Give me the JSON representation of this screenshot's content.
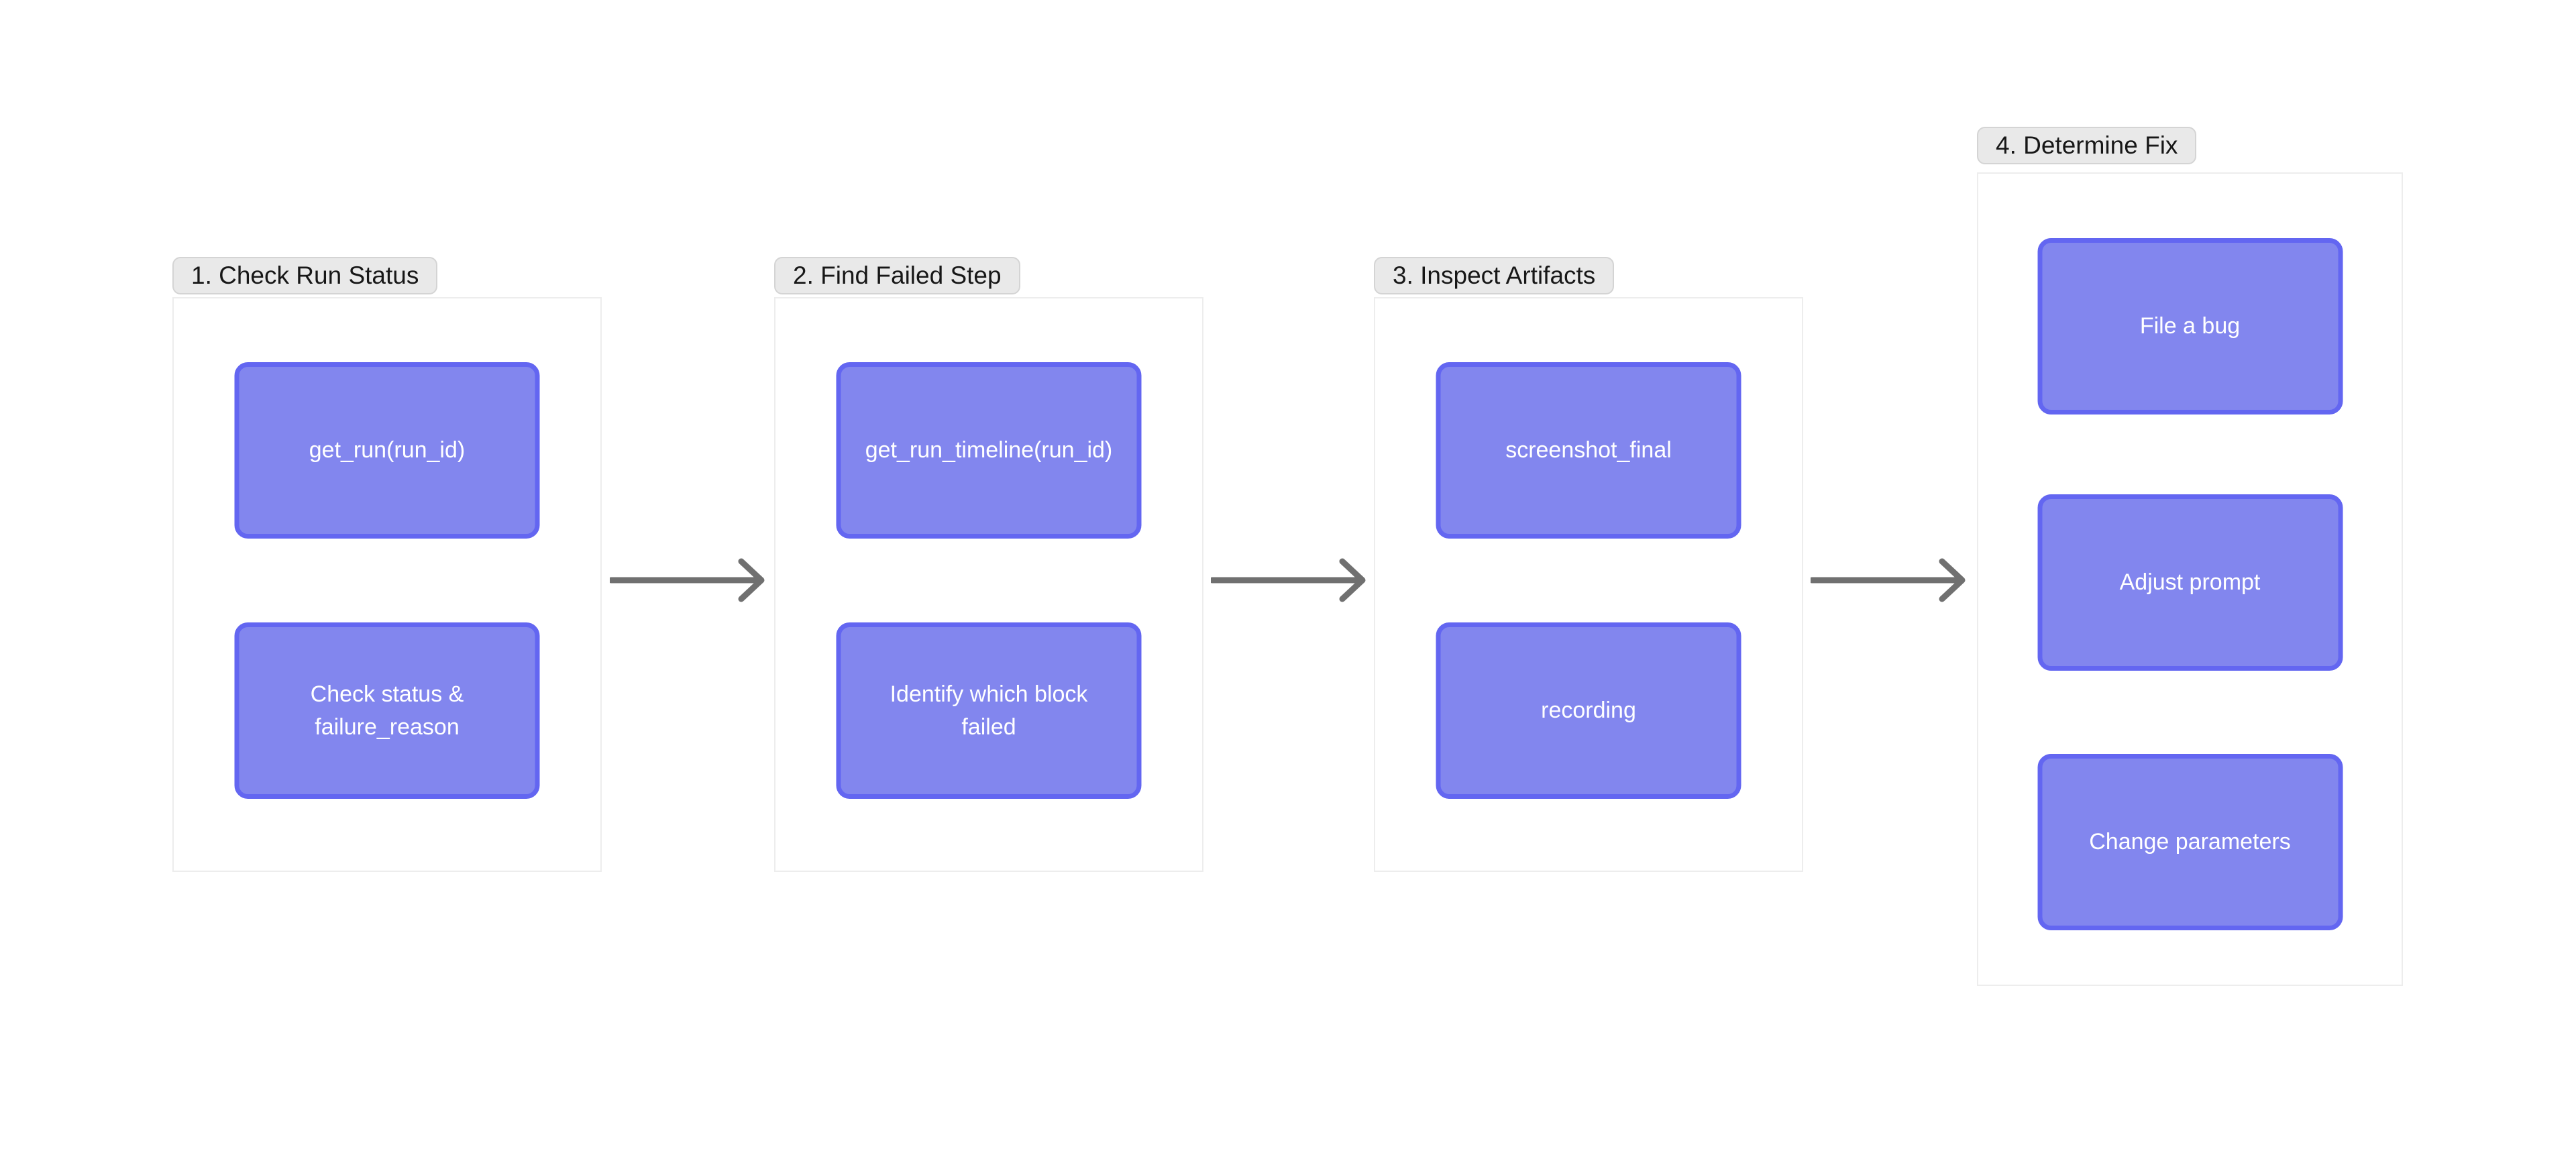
{
  "colors": {
    "node_fill": "#8286EE",
    "node_border": "#6366F1",
    "node_text": "#FFFFFF",
    "arrow": "#707070",
    "pill_bg": "#E9E9E9",
    "pill_border": "#D4D4D4",
    "pill_text": "#171717",
    "container_border": "#EDEDED",
    "canvas_bg": "#FFFFFF"
  },
  "flow": {
    "groups": [
      {
        "label": "1. Check Run Status",
        "nodes": [
          {
            "text": "get_run(run_id)"
          },
          {
            "text": "Check status & failure_reason"
          }
        ]
      },
      {
        "label": "2. Find Failed Step",
        "nodes": [
          {
            "text": "get_run_timeline(run_id)"
          },
          {
            "text": "Identify which block failed"
          }
        ]
      },
      {
        "label": "3. Inspect Artifacts",
        "nodes": [
          {
            "text": "screenshot_final"
          },
          {
            "text": "recording"
          }
        ]
      },
      {
        "label": "4. Determine Fix",
        "nodes": [
          {
            "text": "File a bug"
          },
          {
            "text": "Adjust prompt"
          },
          {
            "text": "Change parameters"
          }
        ]
      }
    ],
    "connections": [
      {
        "from": "1. Check Run Status",
        "to": "2. Find Failed Step"
      },
      {
        "from": "2. Find Failed Step",
        "to": "3. Inspect Artifacts"
      },
      {
        "from": "3. Inspect Artifacts",
        "to": "4. Determine Fix"
      }
    ]
  }
}
